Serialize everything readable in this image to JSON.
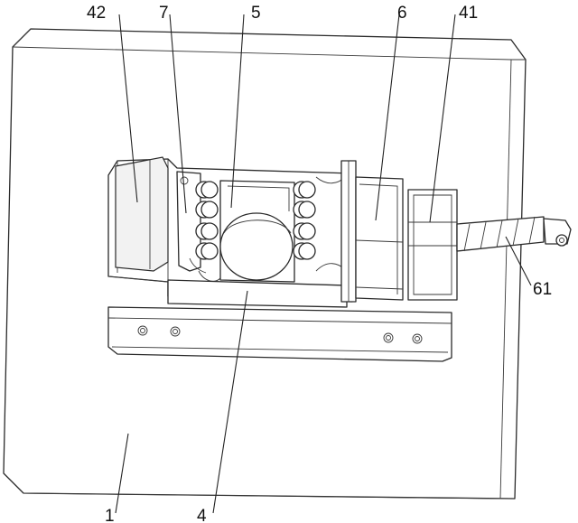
{
  "labels": {
    "l42": "42",
    "l7": "7",
    "l5": "5",
    "l6": "6",
    "l41": "41",
    "l61": "61",
    "l1": "1",
    "l4": "4"
  }
}
